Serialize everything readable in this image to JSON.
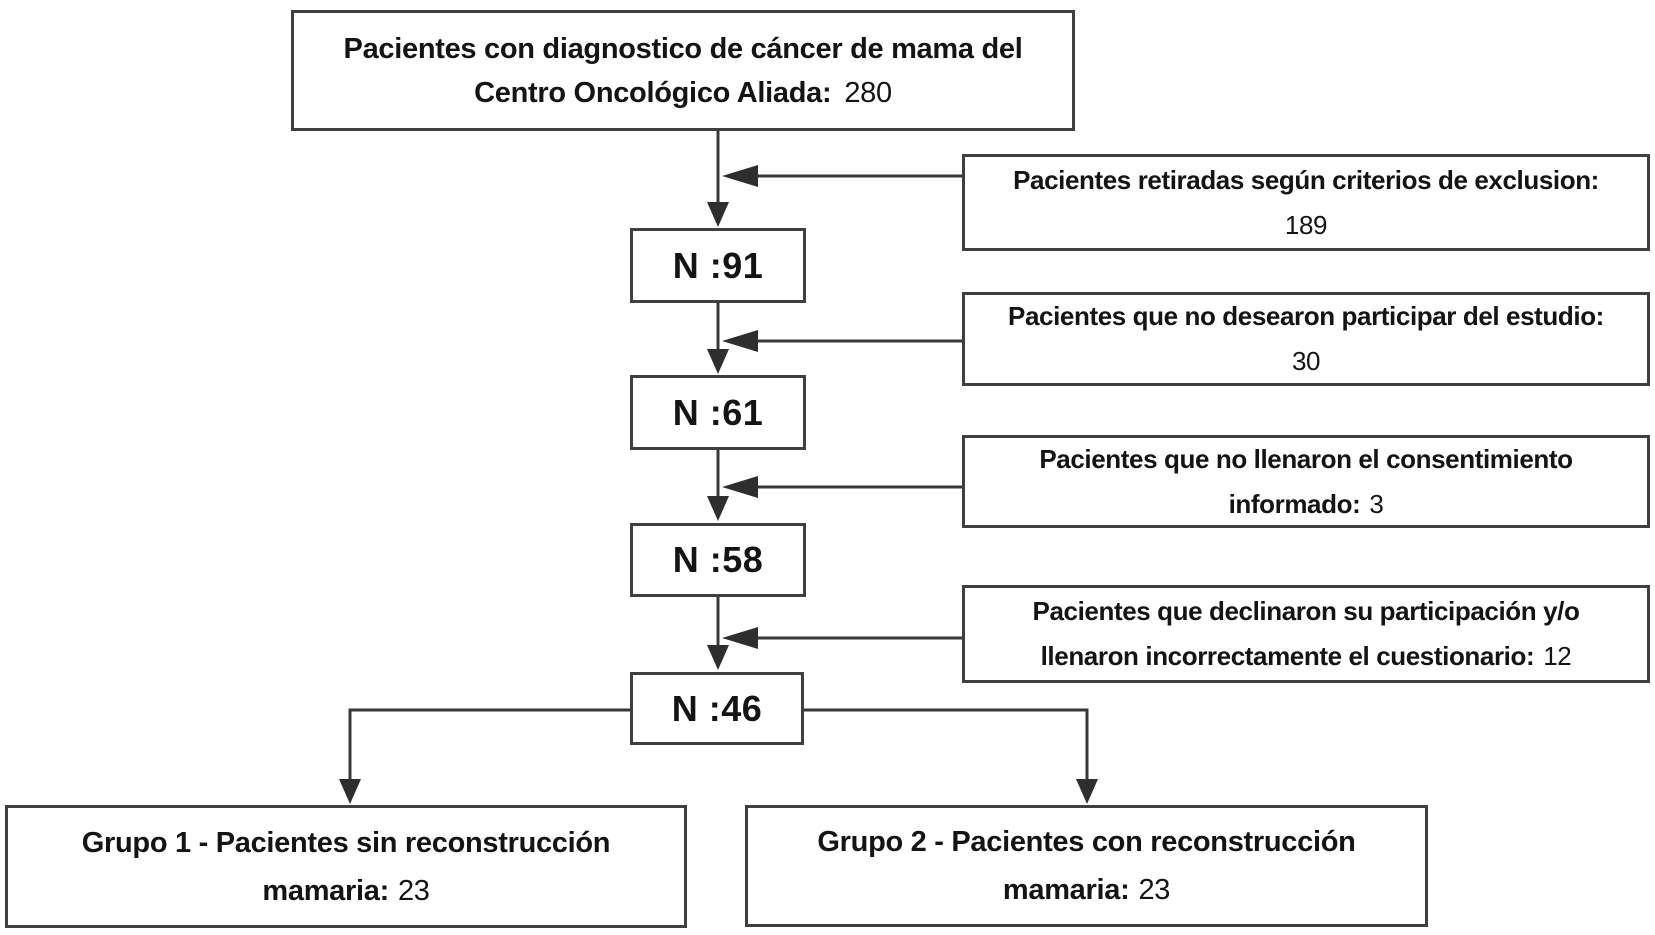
{
  "colors": {
    "background": "#ffffff",
    "box_border": "#3f3f3f",
    "arrow": "#383838",
    "text": "#141414"
  },
  "flowchart": {
    "start": {
      "line1": "Pacientes con diagnostico de cáncer de mama del",
      "line2": "Centro Oncológico Aliada:",
      "value": "280"
    },
    "counts": [
      {
        "label": "N :91"
      },
      {
        "label": "N :61"
      },
      {
        "label": "N :58"
      },
      {
        "label": "N :46"
      }
    ],
    "exclusions": [
      {
        "line1": "Pacientes retiradas según criterios de exclusion:",
        "value": "189"
      },
      {
        "line1": "Pacientes que no desearon participar del estudio:",
        "value": "30"
      },
      {
        "line1": "Pacientes que no llenaron el consentimiento",
        "line2": "informado:",
        "value": "3"
      },
      {
        "line1": "Pacientes que declinaron su participación y/o",
        "line2": "llenaron incorrectamente el cuestionario:",
        "value": "12"
      }
    ],
    "groups": [
      {
        "line1": "Grupo 1 - Pacientes sin reconstrucción",
        "line2": "mamaria:",
        "value": "23"
      },
      {
        "line1": "Grupo 2 - Pacientes con reconstrucción",
        "line2": "mamaria:",
        "value": "23"
      }
    ]
  }
}
